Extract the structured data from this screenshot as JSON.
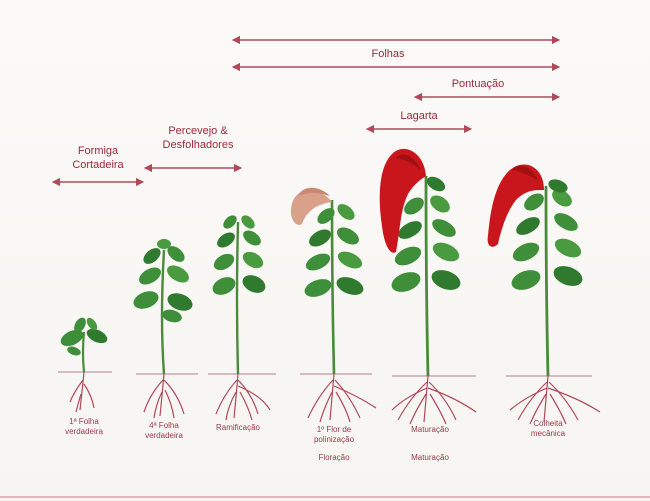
{
  "ranges": {
    "top_faded": "",
    "folhas": "Folhas",
    "pontuacao": "Pontuação",
    "lagarta": "Lagarta",
    "formiga": "Formiga\nCortadeira",
    "percevejo": "Percevejo &\nDesfolhadores"
  },
  "stages": [
    {
      "label": "1ª Folha\nverdadeira",
      "sub": ""
    },
    {
      "label": "4ª Folha\nverdadeira",
      "sub": ""
    },
    {
      "label": "Ramificação",
      "sub": ""
    },
    {
      "label": "1º Flor de\npolinização",
      "sub": "Floração"
    },
    {
      "label": "Maturação",
      "sub": "Maturação"
    },
    {
      "label": "Colheita\nmecânica",
      "sub": ""
    }
  ],
  "colors": {
    "arrow": "#b04a5a",
    "label": "#9a2a3a",
    "leaf": "#3f8f3a",
    "leaf_dark": "#2f7a2e",
    "stem": "#4a8a3a",
    "root": "#b0485a",
    "soil_line": "#c9a9ae",
    "flower_red": "#c8161c",
    "flower_faded": "#d9a08a"
  }
}
